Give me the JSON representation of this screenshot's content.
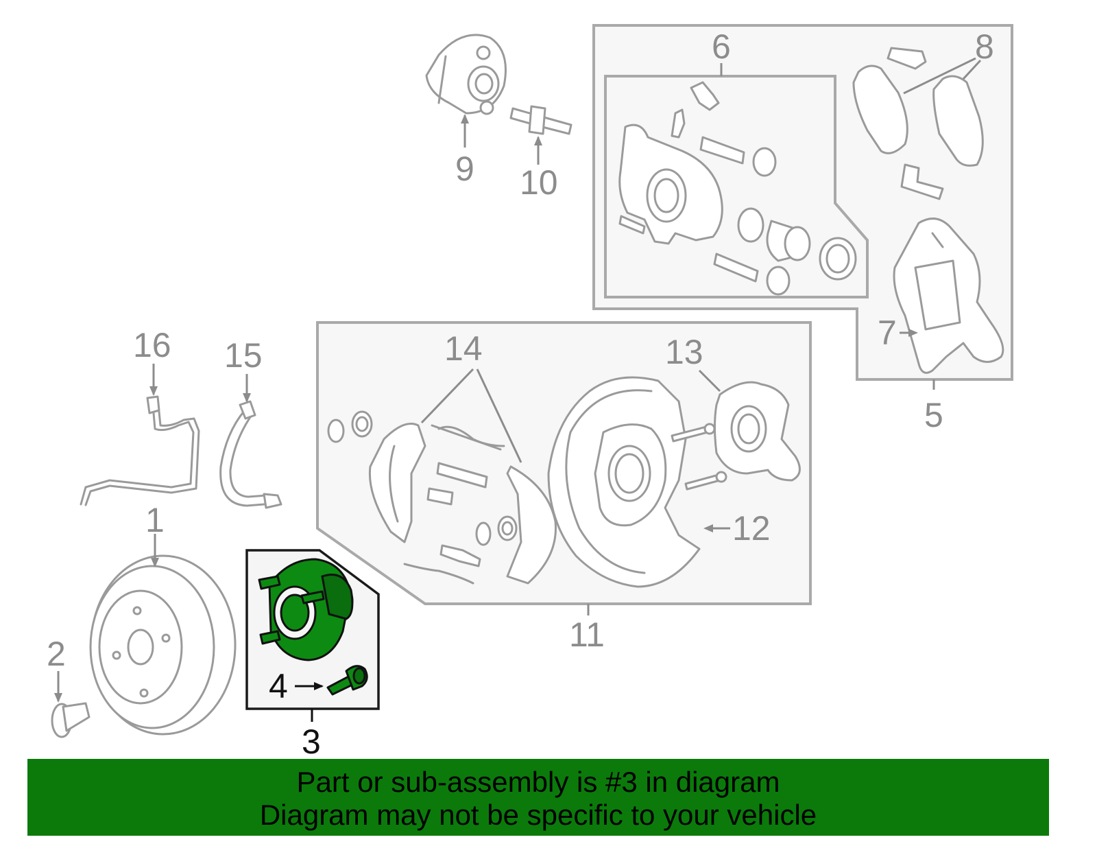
{
  "colors": {
    "highlight": "#0d8a12",
    "banner": "#0b7a0b",
    "line_gray": "#9a9a9a",
    "label_gray": "#8c8c8c",
    "highlight_text": "#111111"
  },
  "callouts": [
    {
      "id": "1",
      "label": "1"
    },
    {
      "id": "2",
      "label": "2"
    },
    {
      "id": "3",
      "label": "3",
      "highlighted": true
    },
    {
      "id": "4",
      "label": "4",
      "highlighted": true
    },
    {
      "id": "5",
      "label": "5"
    },
    {
      "id": "6",
      "label": "6"
    },
    {
      "id": "7",
      "label": "7"
    },
    {
      "id": "8",
      "label": "8"
    },
    {
      "id": "9",
      "label": "9"
    },
    {
      "id": "10",
      "label": "10"
    },
    {
      "id": "11",
      "label": "11"
    },
    {
      "id": "12",
      "label": "12"
    },
    {
      "id": "13",
      "label": "13"
    },
    {
      "id": "14",
      "label": "14"
    },
    {
      "id": "15",
      "label": "15"
    },
    {
      "id": "16",
      "label": "16"
    }
  ],
  "banner": {
    "line1": "Part or sub-assembly is #3 in diagram",
    "line2": "Diagram may not be specific to your vehicle"
  }
}
